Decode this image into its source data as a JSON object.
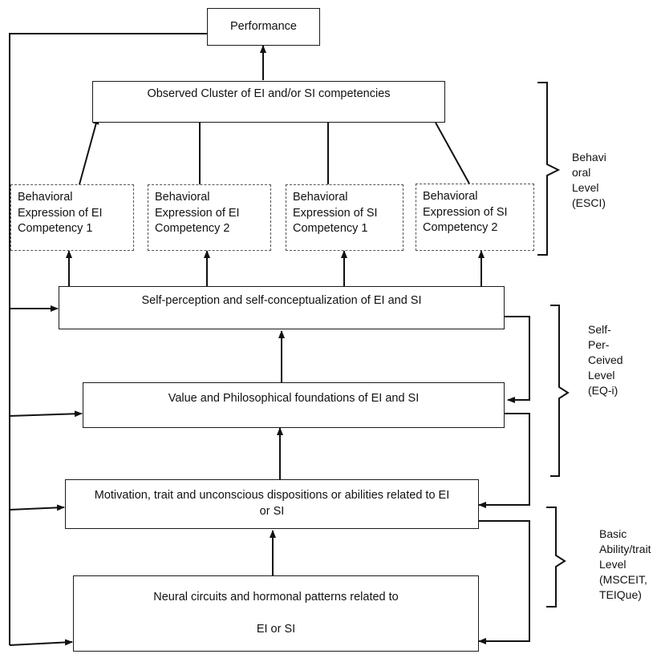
{
  "boxes": {
    "performance": "Performance",
    "observed_cluster": "Observed Cluster of EI and/or SI competencies",
    "be_ei_1": [
      "Behavioral",
      "Expression of EI",
      "Competency 1"
    ],
    "be_ei_2": [
      "Behavioral",
      "Expression of EI",
      "Competency 2"
    ],
    "be_si_1": [
      "Behavioral",
      "Expression of SI",
      "Competency 1"
    ],
    "be_si_2": [
      "Behavioral",
      "Expression of SI",
      "Competency 2"
    ],
    "self_perception": "Self-perception and self-conceptualization of EI and SI",
    "value_foundations": "Value and Philosophical foundations of EI and SI",
    "motivation": [
      "Motivation, trait and unconscious dispositions or abilities related to EI",
      "or SI"
    ],
    "neural": [
      "Neural circuits and hormonal patterns related to",
      "EI or SI"
    ]
  },
  "levels": {
    "behavioral": [
      "Behavi",
      "oral",
      "Level",
      "(ESCI)"
    ],
    "self_perceived": [
      "Self-",
      "Per-",
      "Ceived",
      "Level",
      "(EQ-i)"
    ],
    "basic": [
      "Basic",
      "Ability/trait",
      "Level",
      "(MSCEIT,",
      "TEIQue)"
    ]
  },
  "colors": {
    "line": "#111111",
    "dashed_border": "#555555"
  }
}
